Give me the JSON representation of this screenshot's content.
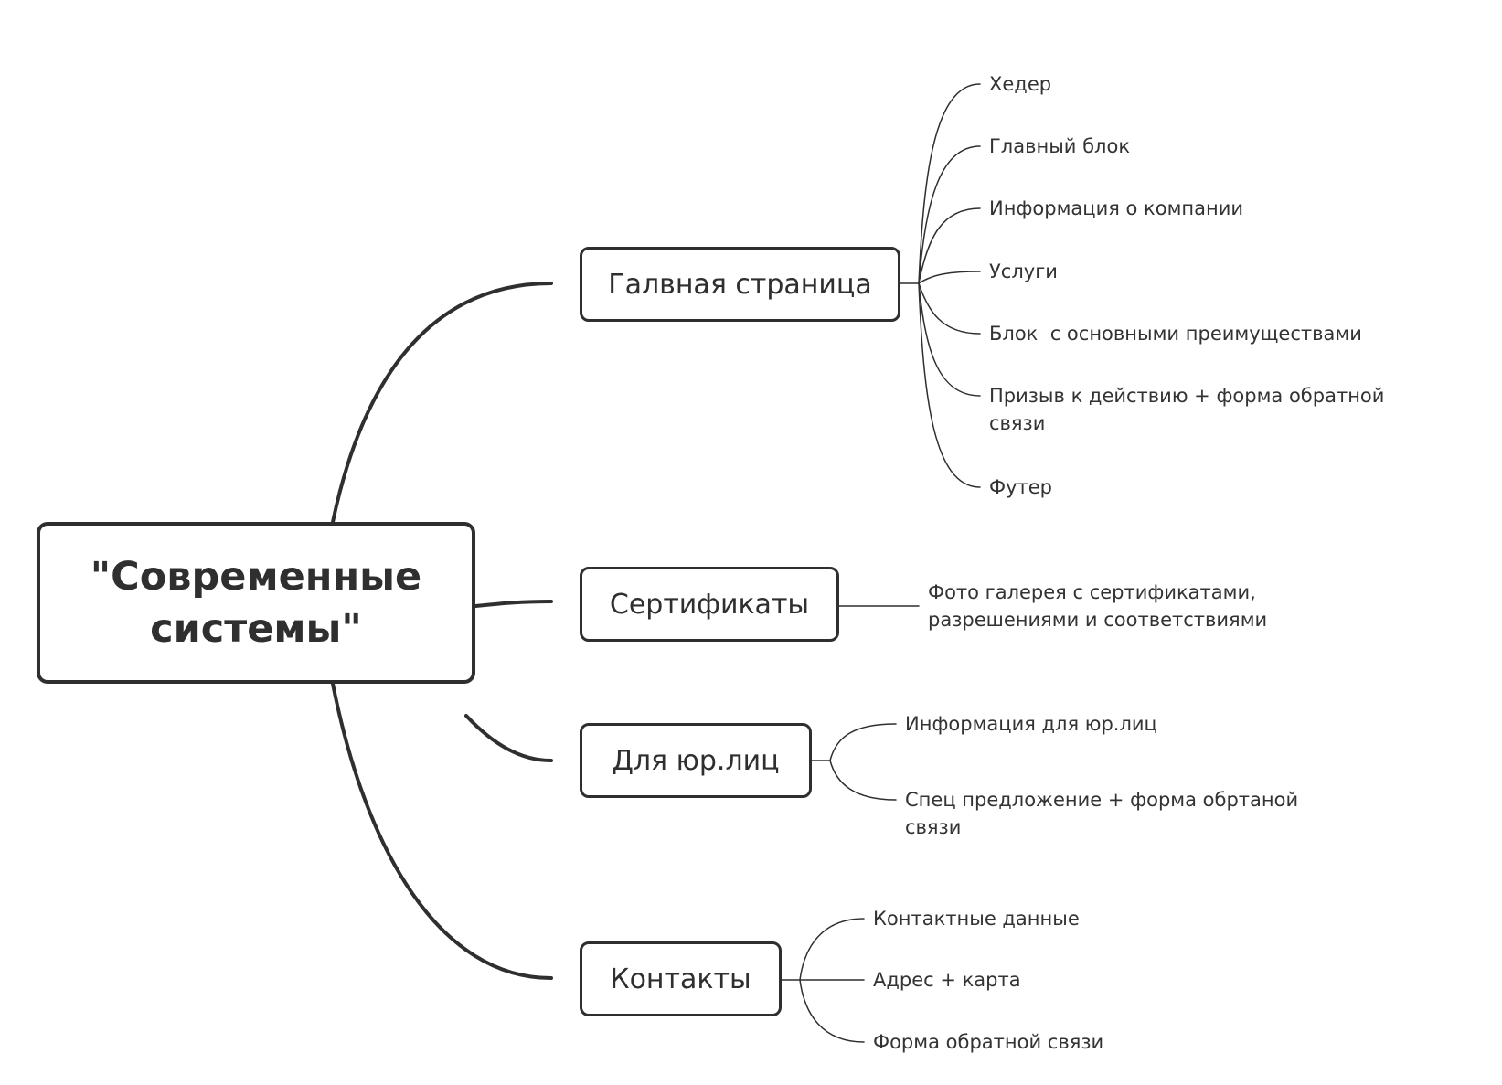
{
  "root": {
    "title": "\"Современные системы\""
  },
  "branches": [
    {
      "label": "Галвная страница",
      "children": [
        "Хедер",
        "Главный блок",
        "Информация о компании",
        "Услуги",
        "Блок  с основными преимуществами",
        "Призыв к действию + форма обратной связи",
        "Футер"
      ]
    },
    {
      "label": "Сертификаты",
      "children": [
        "Фото галерея с сертификатами, разрешениями и соответствиями"
      ]
    },
    {
      "label": "Для юр.лиц",
      "children": [
        "Информация для юр.лиц",
        "Спец предложение + форма обртаной связи"
      ]
    },
    {
      "label": "Контакты",
      "children": [
        "Контактные данные",
        "Адрес + карта",
        "Форма обратной связи"
      ]
    }
  ],
  "colors": {
    "line": "#2f2f2f",
    "text": "#333333",
    "background": "#ffffff"
  }
}
